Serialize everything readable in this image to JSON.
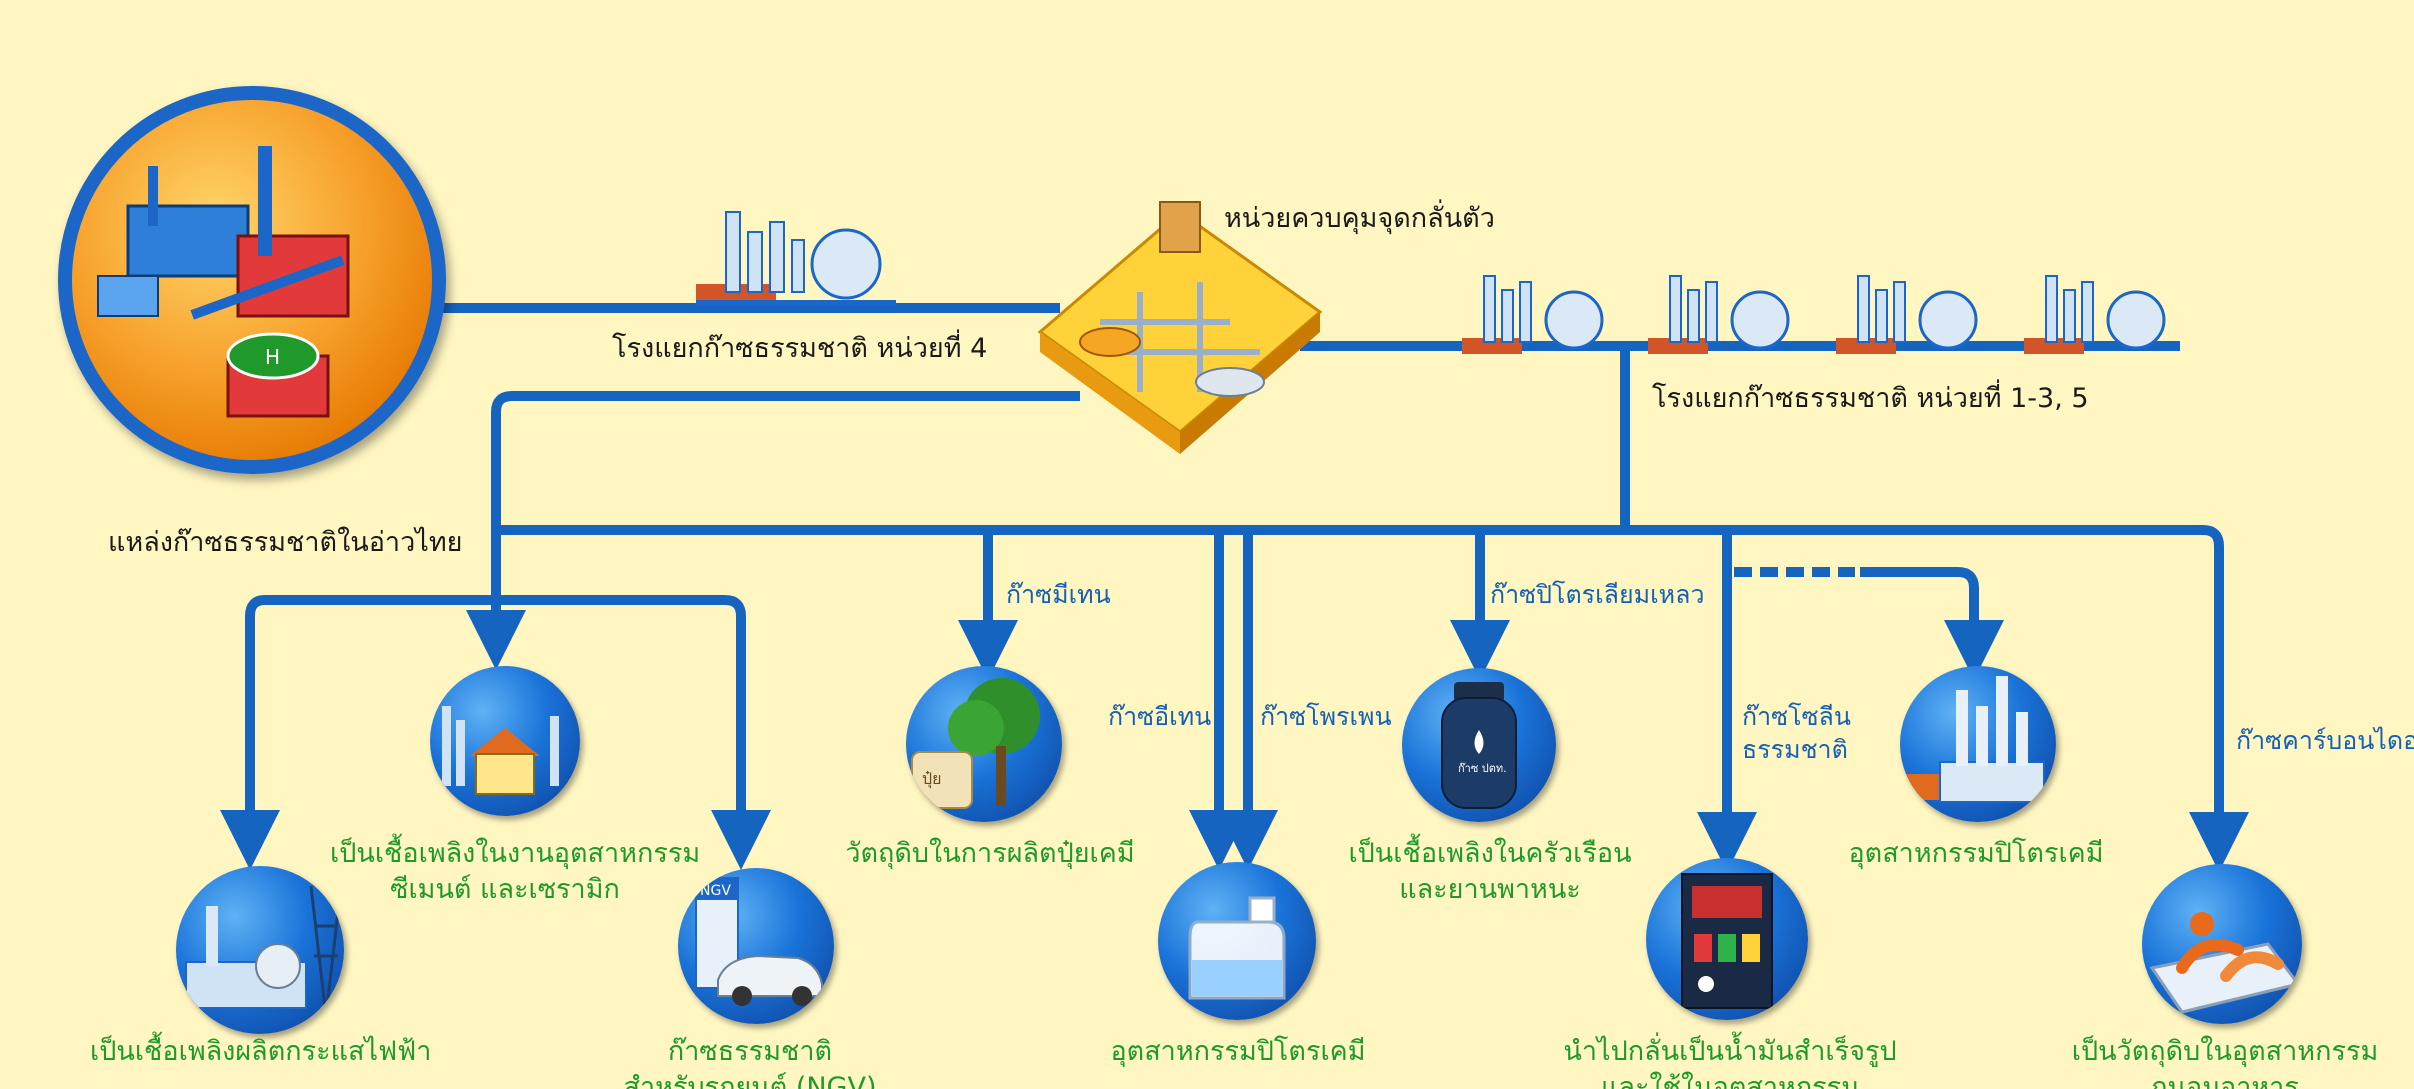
{
  "labels": {
    "source": "แหล่งก๊าซธรรมชาติในอ่าวไทย",
    "plant4": "โรงแยกก๊าซธรรมชาติ หน่วยที่ 4",
    "dewpoint": "หน่วยควบคุมจุดกลั่นตัว",
    "plant135": "โรงแยกก๊าซธรรมชาติ หน่วยที่ 1-3, 5"
  },
  "gases": {
    "methane": "ก๊าซมีเทน",
    "ethane": "ก๊าซอีเทน",
    "propane": "ก๊าซโพรเพน",
    "lpg": "ก๊าซปิโตรเลียมเหลว",
    "gasoline_line1": "ก๊าซโซลีน",
    "gasoline_line2": "ธรรมชาติ",
    "co2": "ก๊าซคาร์บอนไดออกไซด์"
  },
  "uses": {
    "industry_fuel_1": "เป็นเชื้อเพลิงในงานอุตสาหกรรม",
    "industry_fuel_2": "ซีเมนต์ และเซรามิก",
    "electricity": "เป็นเชื้อเพลิงผลิตกระแสไฟฟ้า",
    "ngv_1": "ก๊าซธรรมชาติ",
    "ngv_2": "สำหรับรถยนต์ (NGV)",
    "fertilizer": "วัตถุดิบในการผลิตปุ๋ยเคมี",
    "petrochem_center": "อุตสาหกรรมปิโตรเคมี",
    "household_1": "เป็นเชื้อเพลิงในครัวเรือน",
    "household_2": "และยานพาหนะ",
    "refine_1": "นำไปกลั่นเป็นน้ำมันสำเร็จรูป",
    "refine_2": "และใช้ในอุตสาหกรรม",
    "petrochem_right": "อุตสาหกรรมปิโตรเคมี",
    "food_1": "เป็นวัตถุดิบในอุตสาหกรรม",
    "food_2": "ถนอมอาหาร"
  },
  "icon_text": {
    "fertilizer_bag": "ปุ๋ย",
    "ngv_sign": "NGV",
    "lpg_tank": "ก๊าซ ปตท."
  },
  "colors": {
    "background": "#fff6c2",
    "pipe": "#1565c0",
    "use_label": "#1f9a2a",
    "gas_label": "#1560b5"
  }
}
